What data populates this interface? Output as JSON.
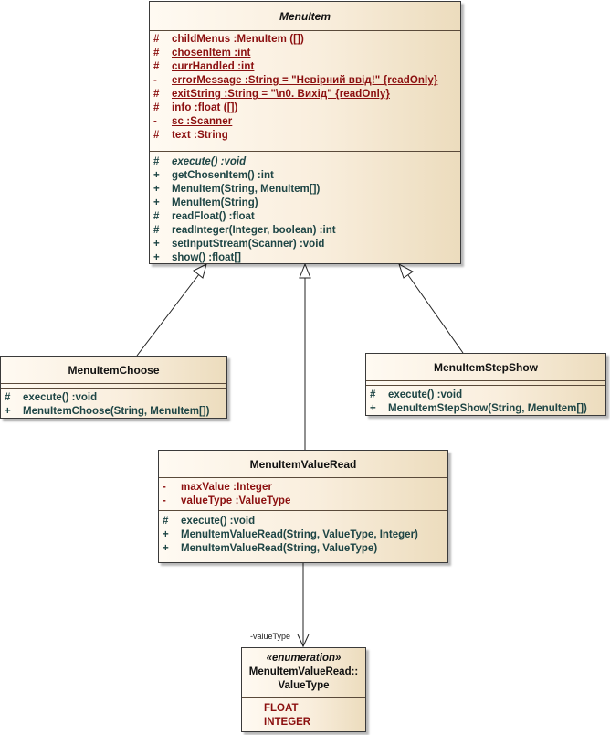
{
  "menu_item": {
    "name": "MenuItem",
    "attributes": [
      {
        "vis": "#",
        "text": "childMenus  :MenuItem ([])",
        "underline": false
      },
      {
        "vis": "#",
        "text": "chosenItem  :int",
        "underline": true
      },
      {
        "vis": "#",
        "text": "currHandled  :int",
        "underline": true
      },
      {
        "vis": "-",
        "text": "errorMessage  :String = \"Невірний ввід!\" {readOnly}",
        "underline": true
      },
      {
        "vis": "#",
        "text": "exitString  :String = \"\\n0. Вихід\" {readOnly}",
        "underline": true
      },
      {
        "vis": "#",
        "text": "info  :float ([])",
        "underline": true
      },
      {
        "vis": "-",
        "text": "sc  :Scanner",
        "underline": true
      },
      {
        "vis": "#",
        "text": "text  :String",
        "underline": false
      }
    ],
    "operations": [
      {
        "vis": "#",
        "text": "execute()  :void",
        "italic": true
      },
      {
        "vis": "+",
        "text": "getChosenItem()  :int",
        "italic": false
      },
      {
        "vis": "+",
        "text": "MenuItem(String, MenuItem[])",
        "italic": false
      },
      {
        "vis": "+",
        "text": "MenuItem(String)",
        "italic": false
      },
      {
        "vis": "#",
        "text": "readFloat()  :float",
        "italic": false
      },
      {
        "vis": "#",
        "text": "readInteger(Integer, boolean)  :int",
        "italic": false
      },
      {
        "vis": "+",
        "text": "setInputStream(Scanner)  :void",
        "italic": false
      },
      {
        "vis": "+",
        "text": "show()  :float[]",
        "italic": false
      }
    ]
  },
  "menu_item_choose": {
    "name": "MenuItemChoose",
    "operations": [
      {
        "vis": "#",
        "text": "execute()  :void"
      },
      {
        "vis": "+",
        "text": "MenuItemChoose(String, MenuItem[])"
      }
    ]
  },
  "menu_item_step_show": {
    "name": "MenuItemStepShow",
    "operations": [
      {
        "vis": "#",
        "text": "execute()  :void"
      },
      {
        "vis": "+",
        "text": "MenuItemStepShow(String, MenuItem[])"
      }
    ]
  },
  "menu_item_value_read": {
    "name": "MenuItemValueRead",
    "attributes": [
      {
        "vis": "-",
        "text": "maxValue  :Integer"
      },
      {
        "vis": "-",
        "text": "valueType  :ValueType"
      }
    ],
    "operations": [
      {
        "vis": "#",
        "text": "execute()  :void"
      },
      {
        "vis": "+",
        "text": "MenuItemValueRead(String, ValueType, Integer)"
      },
      {
        "vis": "+",
        "text": "MenuItemValueRead(String, ValueType)"
      }
    ]
  },
  "value_type": {
    "stereotype": "«enumeration»",
    "name_line1": "MenuItemValueRead::",
    "name_line2": "ValueType",
    "literals": [
      "FLOAT",
      "INTEGER"
    ]
  },
  "association": {
    "role_label": "-valueType"
  }
}
